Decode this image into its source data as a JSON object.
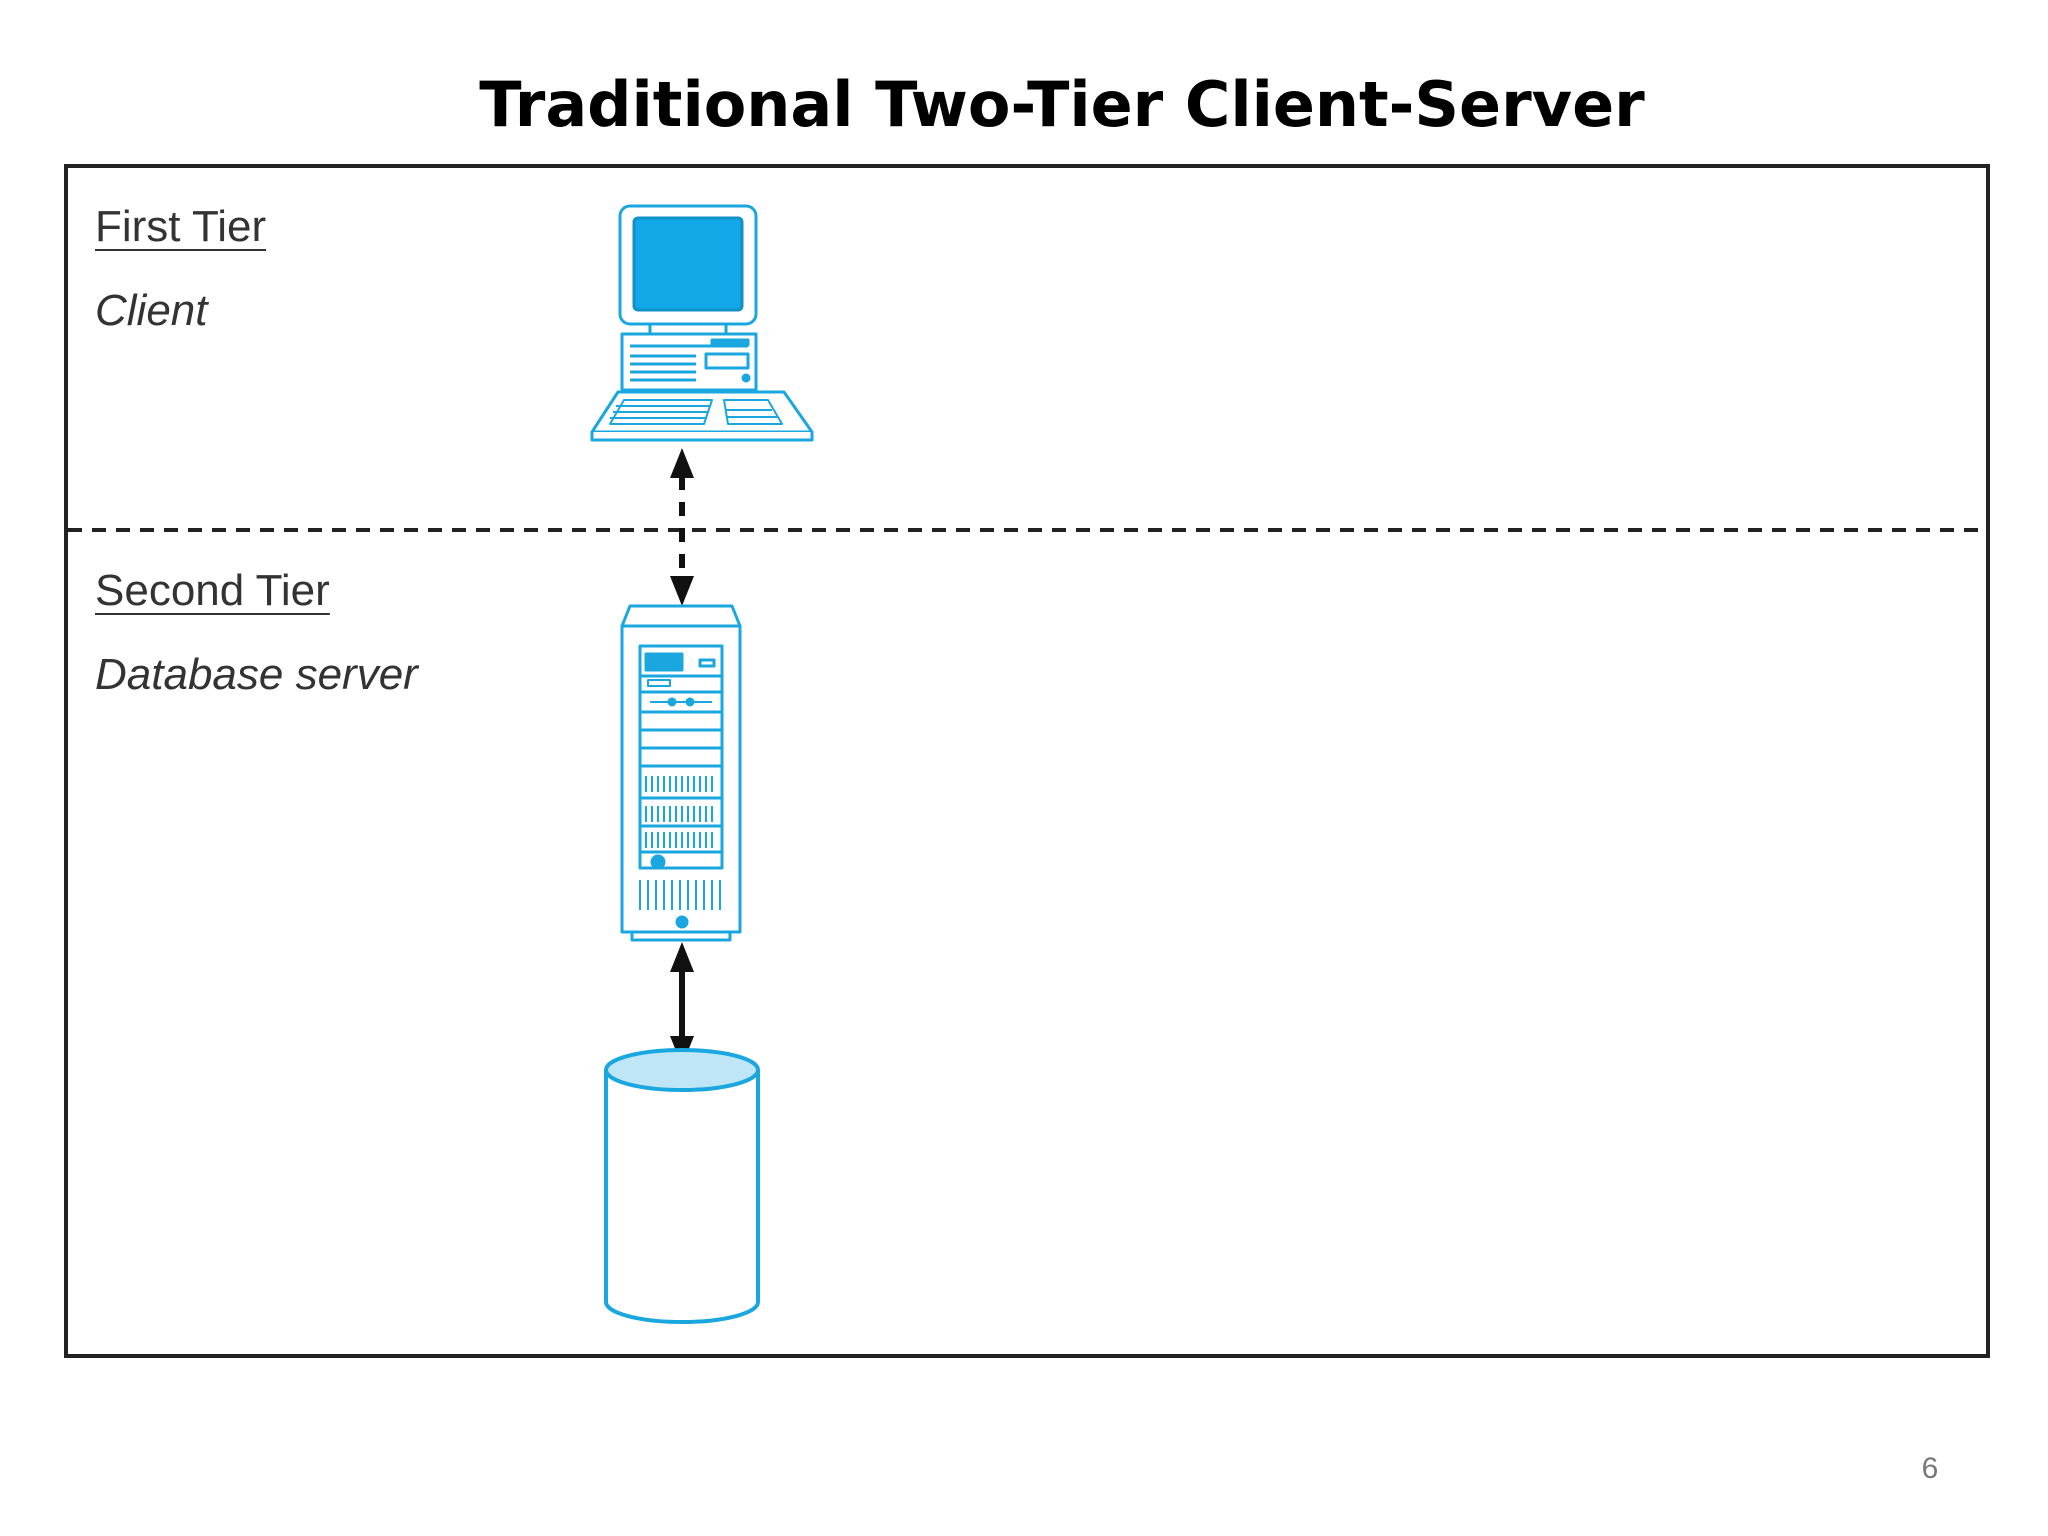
{
  "slide": {
    "title": "Traditional Two-Tier Client-Server",
    "page_number": "6"
  },
  "tiers": [
    {
      "heading": "First Tier",
      "subtitle": "Client"
    },
    {
      "heading": "Second Tier",
      "subtitle": "Database server"
    }
  ],
  "colors": {
    "icon_stroke": "#1aa7e0",
    "screen_fill": "#12a8e8",
    "db_top_fill": "#bfe6f7",
    "arrow": "#111111",
    "frame": "#222222"
  },
  "connections": [
    {
      "from": "client-computer",
      "to": "database-server",
      "style": "dashed",
      "direction": "both"
    },
    {
      "from": "database-server",
      "to": "database-storage",
      "style": "solid",
      "direction": "both"
    }
  ]
}
